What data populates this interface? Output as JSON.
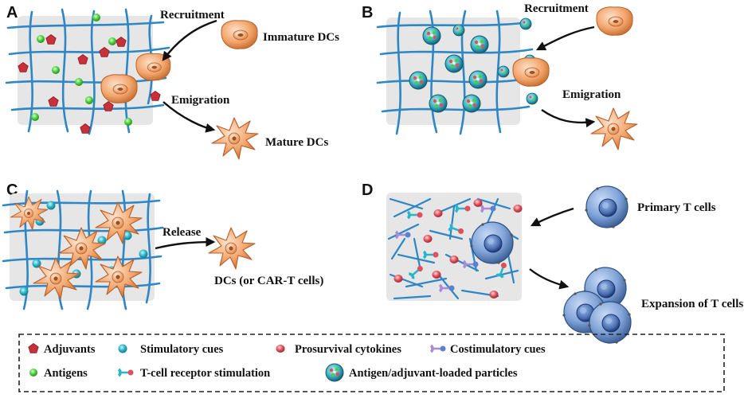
{
  "panels": {
    "A": {
      "label": "A",
      "recruitment": "Recruitment",
      "immature": "Immature DCs",
      "emigration": "Emigration",
      "mature": "Mature DCs"
    },
    "B": {
      "label": "B",
      "recruitment": "Recruitment",
      "emigration": "Emigration"
    },
    "C": {
      "label": "C",
      "release": "Release",
      "dcs": "DCs (or CAR-T cells)"
    },
    "D": {
      "label": "D",
      "primary": "Primary T cells",
      "expansion": "Expansion of T cells"
    }
  },
  "legend": {
    "adjuvants": "Adjuvants",
    "stimulatory": "Stimulatory cues",
    "prosurvival": "Prosurvival cytokines",
    "costimulatory": "Costimulatory cues",
    "antigens": "Antigens",
    "tcr": "T-cell receptor stimulation",
    "particles": "Antigen/adjuvant-loaded particles"
  },
  "colors": {
    "fiber": "#2f86c4",
    "scaffold": "#e6e6e6",
    "adjuvant": "#c8303a",
    "antigen": "#4ccf3c",
    "stimulatory": "#27b5c9",
    "prosurvival": "#e0505a",
    "tcell": "#7fa3d8",
    "dc": "#f2a46a"
  }
}
